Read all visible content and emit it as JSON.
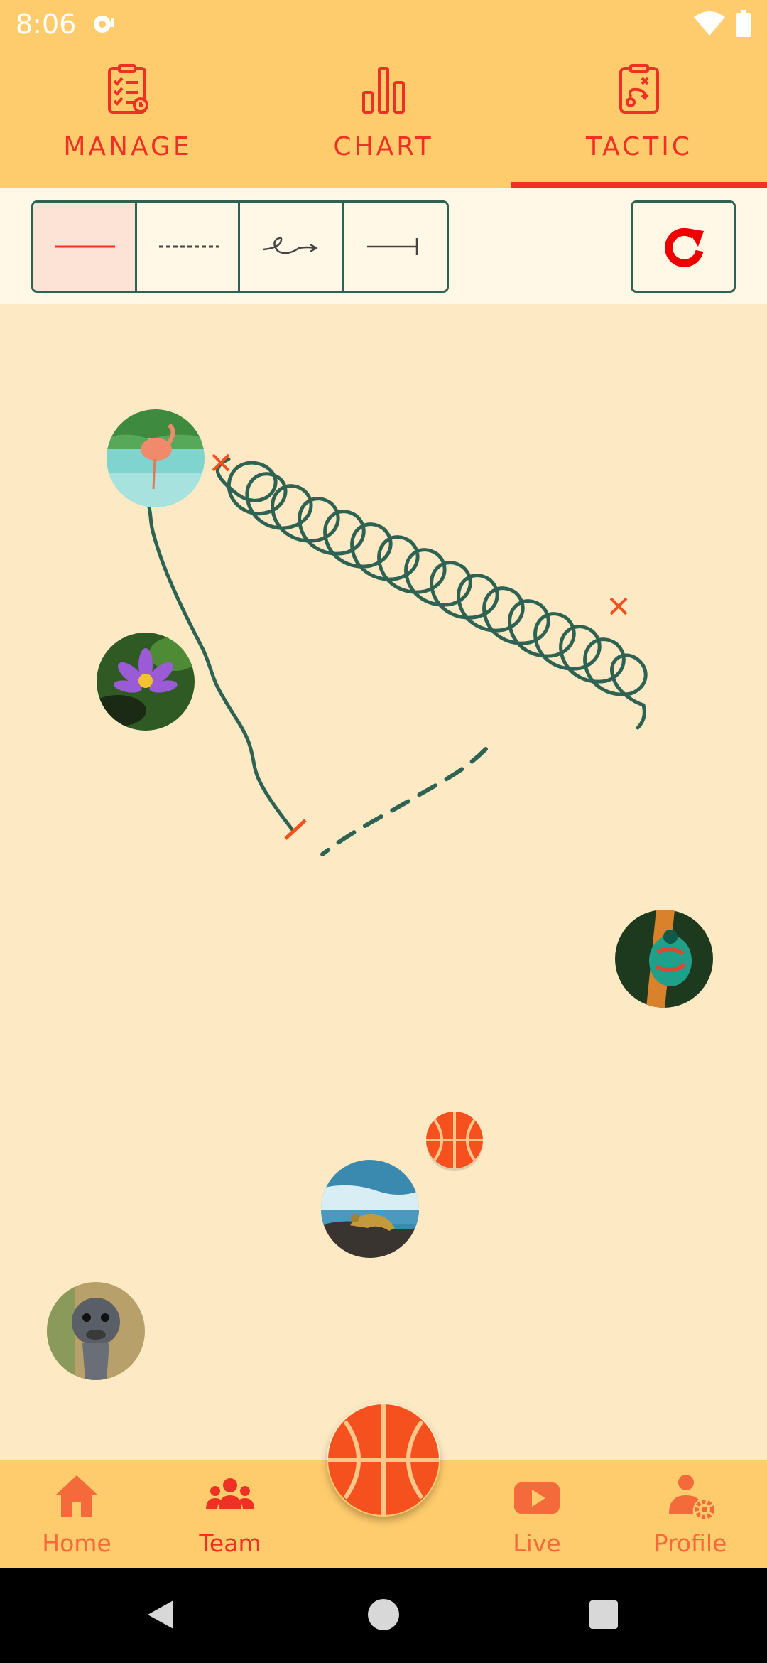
{
  "status_bar": {
    "time": "8:06"
  },
  "top_tabs": [
    {
      "label": "MANAGE",
      "icon": "clipboard-checklist-icon",
      "active": false
    },
    {
      "label": "CHART",
      "icon": "bar-chart-icon",
      "active": false
    },
    {
      "label": "TACTIC",
      "icon": "tactic-board-icon",
      "active": true
    }
  ],
  "tools": [
    {
      "name": "solid-line",
      "icon": "solid-line-icon",
      "active": true
    },
    {
      "name": "dashed-line",
      "icon": "dashed-line-icon",
      "active": false
    },
    {
      "name": "dribble-line",
      "icon": "dribble-arrow-icon",
      "active": false
    },
    {
      "name": "screen-line",
      "icon": "screen-line-icon",
      "active": false
    }
  ],
  "undo": {
    "icon": "redo-icon"
  },
  "players": [
    {
      "name": "player-flamingo",
      "icon": "flamingo-avatar"
    },
    {
      "name": "player-water-lily",
      "icon": "lotus-avatar"
    },
    {
      "name": "player-beetle",
      "icon": "beetle-avatar"
    },
    {
      "name": "player-iguana",
      "icon": "iguana-avatar"
    },
    {
      "name": "player-ostrich",
      "icon": "ostrich-avatar"
    }
  ],
  "bottom_nav": [
    {
      "label": "Home",
      "icon": "home-icon",
      "active": false
    },
    {
      "label": "Team",
      "icon": "team-icon",
      "active": true
    },
    {
      "label": "Live",
      "icon": "youtube-icon",
      "active": false
    },
    {
      "label": "Profile",
      "icon": "profile-settings-icon",
      "active": false
    }
  ],
  "colors": {
    "accent": "#EE3124",
    "header_bg": "#FECC6C",
    "court_bg": "#FDE9C4",
    "line": "#2E6354",
    "ball": "#F4511E"
  }
}
